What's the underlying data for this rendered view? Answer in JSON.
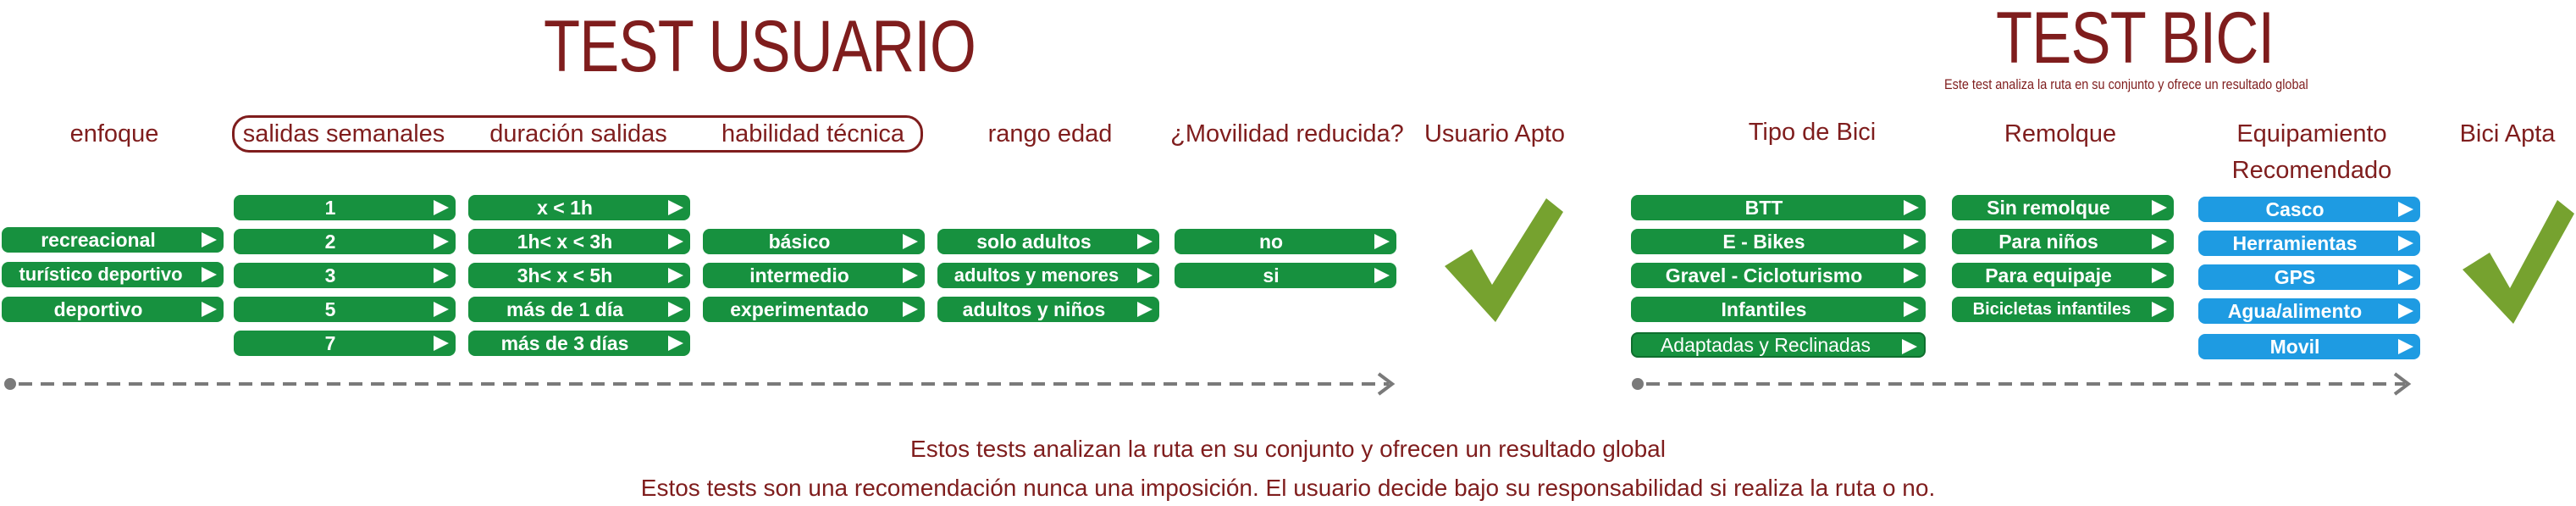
{
  "titles": {
    "test_usuario": "TEST USUARIO",
    "test_bici": "TEST BICI",
    "test_bici_subtitle": "Este test analiza la ruta en su conjunto y ofrece un resultado global"
  },
  "headers": {
    "enfoque": "enfoque",
    "salidas": "salidas semanales",
    "duracion": "duración salidas",
    "habilidad": "habilidad técnica",
    "rango": "rango edad",
    "movilidad": "¿Movilidad reducida?",
    "usuario_apto": "Usuario Apto",
    "tipo_bici": "Tipo de Bici",
    "remolque": "Remolque",
    "equipamiento_1": "Equipamiento",
    "equipamiento_2": "Recomendado",
    "bici_apta": "Bici Apta"
  },
  "options": {
    "enfoque": [
      "recreacional",
      "turístico deportivo",
      "deportivo"
    ],
    "salidas": [
      "1",
      "2",
      "3",
      "5",
      "7"
    ],
    "duracion": [
      "x < 1h",
      "1h< x < 3h",
      "3h< x < 5h",
      "más de 1 día",
      "más de 3 días"
    ],
    "habilidad": [
      "básico",
      "intermedio",
      "experimentado"
    ],
    "rango": [
      "solo adultos",
      "adultos y menores",
      "adultos y niños"
    ],
    "movilidad": [
      "no",
      "si"
    ],
    "tipo_bici": [
      "BTT",
      "E - Bikes",
      "Gravel - Cicloturismo",
      "Infantiles",
      "Adaptadas y Reclinadas"
    ],
    "remolque": [
      "Sin remolque",
      "Para niños",
      "Para equipaje",
      "Bicicletas infantiles"
    ],
    "equipamiento": [
      "Casco",
      "Herramientas",
      "GPS",
      "Agua/alimento",
      "Movil"
    ]
  },
  "footer": {
    "line1": "Estos tests analizan la ruta en su conjunto y ofrecen un resultado global",
    "line2": "Estos tests son una recomendación nunca una imposición. El usuario decide bajo su responsabilidad si realiza la ruta o no."
  },
  "colors": {
    "title": "#7f1d1d",
    "option_green": "#17913f",
    "option_blue": "#1e9be2",
    "check": "#76a22f",
    "flow_line": "#7a7a7a"
  }
}
